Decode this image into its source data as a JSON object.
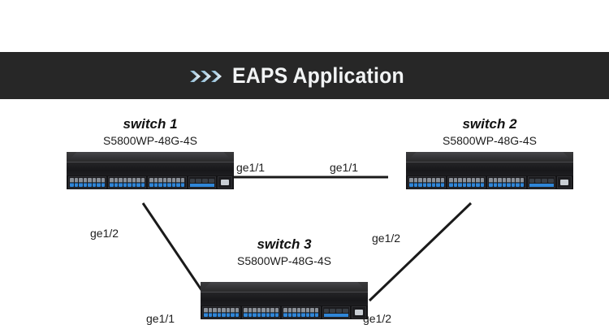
{
  "header": {
    "title": "EAPS  Application",
    "chevron_icon": "triple-chevron-right-icon",
    "background_color": "#272727",
    "title_color": "#f2f4f5",
    "chevron_color": "#9fc6dd"
  },
  "diagram": {
    "type": "network-topology",
    "nodes": [
      {
        "id": "switch1",
        "title": "switch 1",
        "model": "S5800WP-48G-4S",
        "device_icon": "network-switch-icon"
      },
      {
        "id": "switch2",
        "title": "switch 2",
        "model": "S5800WP-48G-4S",
        "device_icon": "network-switch-icon"
      },
      {
        "id": "switch3",
        "title": "switch 3",
        "model": "S5800WP-48G-4S",
        "device_icon": "network-switch-icon"
      }
    ],
    "links": [
      {
        "id": "link-s1-s2",
        "from": "switch1",
        "to": "switch2",
        "from_port": "ge1/1",
        "to_port": "ge1/1"
      },
      {
        "id": "link-s1-s3",
        "from": "switch1",
        "to": "switch3",
        "from_port": "ge1/2",
        "to_port": "ge1/1"
      },
      {
        "id": "link-s2-s3",
        "from": "switch2",
        "to": "switch3",
        "from_port": "ge1/2",
        "to_port": "ge1/2"
      }
    ],
    "line_color": "#1a1a1a",
    "label_color": "#1c1c1c"
  }
}
